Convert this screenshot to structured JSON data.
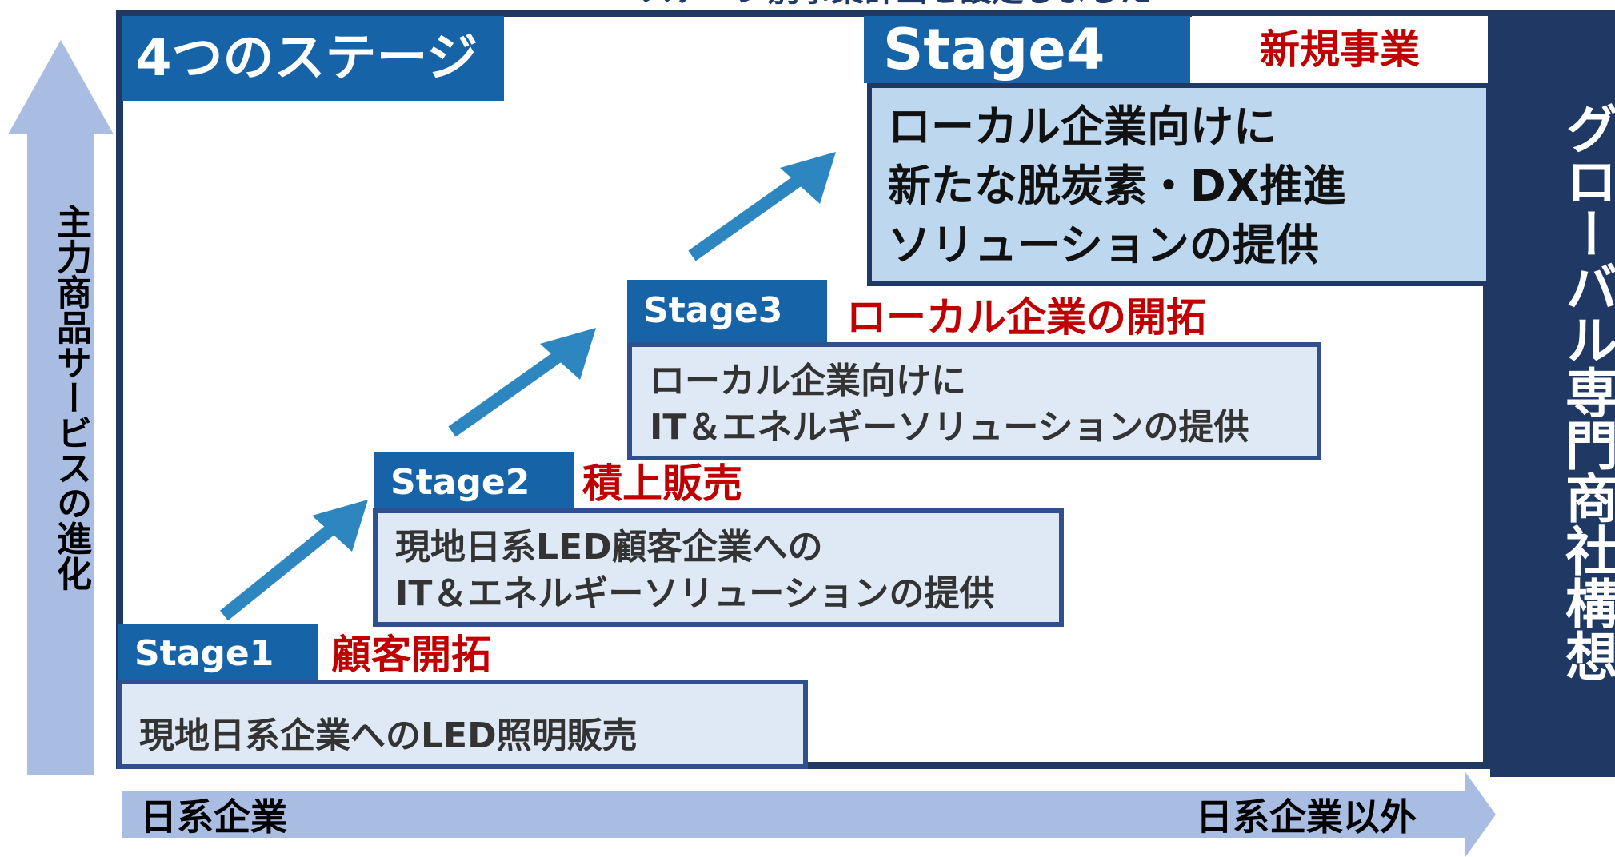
{
  "diagram": {
    "title": "4つのステージ",
    "top_caption": "ステージ別事業計画を設定しました",
    "right_label": "グローバル専門商社構想",
    "y_axis_label": "主力商品サービスの進化",
    "x_axis_left": "日系企業",
    "x_axis_right": "日系企業以外",
    "stages": [
      {
        "name": "Stage1",
        "tag": "顧客開拓",
        "lines": [
          "現地日系企業へのLED照明販売"
        ]
      },
      {
        "name": "Stage2",
        "tag": "積上販売",
        "lines": [
          "現地日系LED顧客企業への",
          "IT＆エネルギーソリューションの提供"
        ]
      },
      {
        "name": "Stage3",
        "tag": "ローカル企業の開拓",
        "lines": [
          "ローカル企業向けに",
          "IT＆エネルギーソリューションの提供"
        ]
      },
      {
        "name": "Stage4",
        "tag": "新規事業",
        "lines": [
          "ローカル企業向けに",
          "新たな脱炭素・DX推進",
          "ソリューションの提供"
        ]
      }
    ],
    "colors": {
      "navy": "#1f3864",
      "stage_blue": "#1763a8",
      "accent_red": "#c00000",
      "light_box": "#dfe9f5",
      "stage4_box": "#bdd7ee",
      "axis_arrow": "#a9bde3",
      "step_arrow": "#2e86c1"
    }
  }
}
